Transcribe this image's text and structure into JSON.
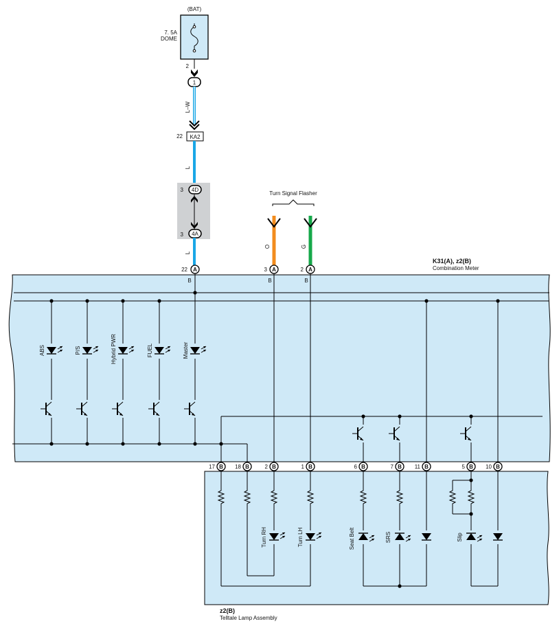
{
  "battery": {
    "label": "(BAT)",
    "fuse_rating": "7. 5A",
    "fuse_name": "DOME",
    "pin": "2"
  },
  "connectors": {
    "c1": "1",
    "ka2": {
      "name": "KA2",
      "pin": "22"
    },
    "j4d": {
      "name": "4D",
      "pin": "3"
    },
    "j4a": {
      "name": "4A",
      "pin": "3"
    }
  },
  "wires": {
    "lw": "L–W",
    "l1": "L",
    "l2": "L",
    "orange": "O",
    "green": "G"
  },
  "colors": {
    "blue_wire": "#1aa7e6",
    "orange_wire": "#f28c1e",
    "green_wire": "#16a84a",
    "meter_fill": "#cfe9f7",
    "junction_box": "#cfd1d3"
  },
  "flasher": {
    "title": "Turn Signal Flasher"
  },
  "meter": {
    "id": "K31(A), z2(B)",
    "name": "Combination Meter",
    "top_pins": [
      {
        "pin": "22",
        "conn": "A",
        "sub": "B"
      },
      {
        "pin": "3",
        "conn": "A",
        "sub": "B"
      },
      {
        "pin": "2",
        "conn": "A",
        "sub": "B"
      }
    ],
    "indicators": [
      "ABS",
      "P/S",
      "Hybrid PWR",
      "FUEL",
      "Master"
    ]
  },
  "bottom_pins": [
    {
      "pin": "17",
      "conn": "B"
    },
    {
      "pin": "18",
      "conn": "B"
    },
    {
      "pin": "2",
      "conn": "B"
    },
    {
      "pin": "1",
      "conn": "B"
    },
    {
      "pin": "6",
      "conn": "B"
    },
    {
      "pin": "7",
      "conn": "B"
    },
    {
      "pin": "11",
      "conn": "B"
    },
    {
      "pin": "5",
      "conn": "B"
    },
    {
      "pin": "10",
      "conn": "B"
    }
  ],
  "telltale": {
    "id": "z2(B)",
    "name": "Telltale Lamp Assembly",
    "lamps": [
      "Turn RH",
      "Turn LH",
      "Seat Belt",
      "SRS",
      "Slip"
    ]
  }
}
